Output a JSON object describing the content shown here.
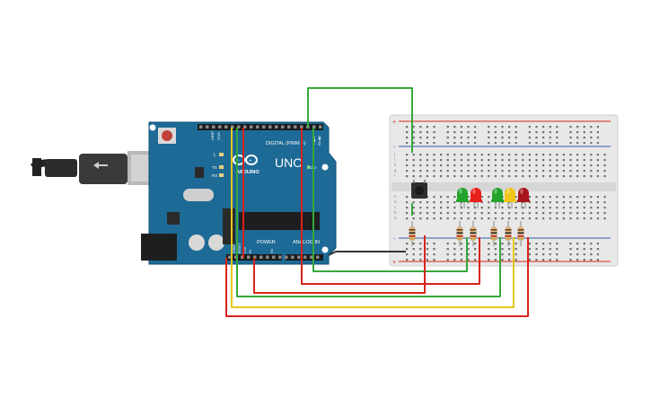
{
  "board": {
    "brand": "ARDUINO",
    "model": "UNO",
    "digital_label": "DIGITAL (PWM ~)",
    "power_label": "POWER",
    "analog_label": "ANALOG IN",
    "aref_label": "AREF",
    "gnd_label": "GND",
    "tx_label": "TX",
    "rx_label": "RX",
    "l_label": "L",
    "on_label": "ON",
    "ioref_label": "IOREF",
    "reset_label": "RESET",
    "v33_label": "3.3V",
    "v5_label": "5V",
    "vin_label": "Vin",
    "tx_pin_label": "TX▶1",
    "rx_pin_label": "RX◀0"
  },
  "breadboard": {
    "plus_label": "+",
    "minus_label": "-",
    "rows_top": [
      "j",
      "i",
      "h",
      "g",
      "f"
    ],
    "rows_bottom": [
      "e",
      "d",
      "c",
      "b",
      "a"
    ]
  },
  "components": {
    "leds": [
      {
        "color_name": "green",
        "color": "#22a32c"
      },
      {
        "color_name": "red",
        "color": "#e8201c"
      },
      {
        "color_name": "green",
        "color": "#22a32c"
      },
      {
        "color_name": "yellow",
        "color": "#f2c318"
      },
      {
        "color_name": "dark red",
        "color": "#a8141a"
      }
    ],
    "pushbutton": "pushbutton",
    "resistors": 6
  },
  "colors": {
    "board": "#1d6a96",
    "breadboard": "#e8e8e8",
    "wire_red": "#d8231c",
    "wire_green": "#35a83a",
    "wire_yellow": "#e8c81a",
    "wire_black": "#333333",
    "rail_red": "#d8231c",
    "rail_blue": "#3060b0"
  }
}
